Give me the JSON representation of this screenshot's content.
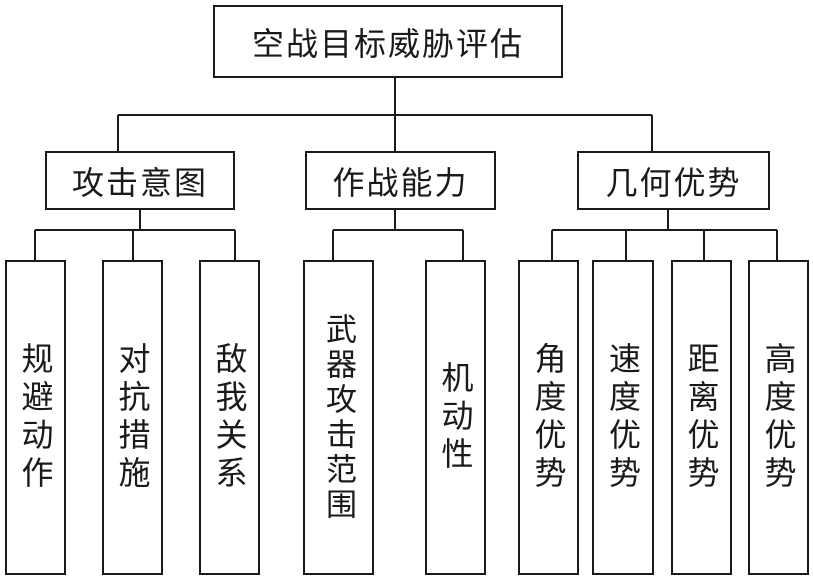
{
  "root": {
    "label": "空战目标威胁评估"
  },
  "groups": [
    {
      "label": "攻击意图",
      "children": [
        "规避动作",
        "对抗措施",
        "敌我关系"
      ]
    },
    {
      "label": "作战能力",
      "children": [
        "武器攻击范围",
        "机动性"
      ]
    },
    {
      "label": "几何优势",
      "children": [
        "角度优势",
        "速度优势",
        "距离优势",
        "高度优势"
      ]
    }
  ]
}
